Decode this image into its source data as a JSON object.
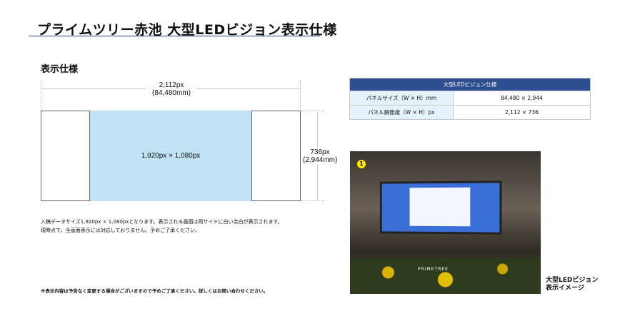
{
  "header": {
    "title": "プライムツリー赤池 大型LEDビジョン表示仕様"
  },
  "section": {
    "title": "表示仕様"
  },
  "diagram": {
    "width_label": "2,112px",
    "width_mm": "(84,480mm)",
    "height_label": "736px",
    "height_mm": "(2,944mm)",
    "content_label": "1,920px × 1,080px"
  },
  "notes": {
    "line1": "入稿データサイズ1,920px × 1,080pxとなります。表示される画面は両サイドに白い余白が表示されます。",
    "line2": "現時点で、全画面表示には対応しておりません。予めご了承ください。",
    "disclaimer": "※表示内容は予告なく変更する場合がございますので予めご了承ください。詳しくはお問い合わせください。"
  },
  "spec_table": {
    "title": "大型LEDビジョン仕様",
    "rows": [
      {
        "key": "パネルサイズ（W × H）mm",
        "value": "84,480 × 2,944"
      },
      {
        "key": "パネル解像度（W × H）px",
        "value": "2,112 × 736"
      }
    ]
  },
  "photo": {
    "badge": "1",
    "brand": "PRIMETREE",
    "caption1": "大型LEDビジョン",
    "caption2": "表示イメージ"
  }
}
